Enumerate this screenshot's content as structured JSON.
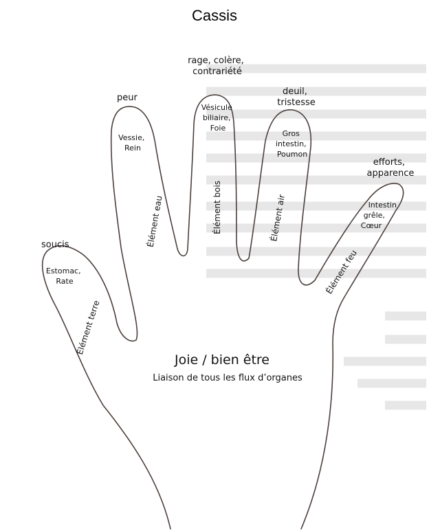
{
  "title": "Cassis",
  "fingers": {
    "thumb": {
      "emotion": "soucis",
      "organ": [
        "Estomac,",
        "Rate"
      ],
      "element": "Élément terre"
    },
    "index": {
      "emotion": "peur",
      "organ": [
        "Vessie,",
        "Rein"
      ],
      "element": "Élément eau"
    },
    "middle": {
      "emotion": [
        "rage, colère,",
        "contrariété"
      ],
      "organ": [
        "Vésicule",
        "biliaire,",
        "Foie"
      ],
      "element": "Élément bois"
    },
    "ring": {
      "emotion": [
        "deuil,",
        "tristesse"
      ],
      "organ": [
        "Gros",
        "intestin,",
        "Poumon"
      ],
      "element": "Élément air"
    },
    "little": {
      "emotion": [
        "efforts,",
        "apparence"
      ],
      "organ": [
        "Intestin",
        "grêle,",
        "Cœur"
      ],
      "element": "Élément feu"
    }
  },
  "palm": {
    "heading": "Joie / bien être",
    "subheading": "Liaison de tous les flux d’organes"
  },
  "colors": {
    "outline": "#4a3f3a",
    "text": "#111111",
    "faded_background_text": "#e7e7e7"
  }
}
